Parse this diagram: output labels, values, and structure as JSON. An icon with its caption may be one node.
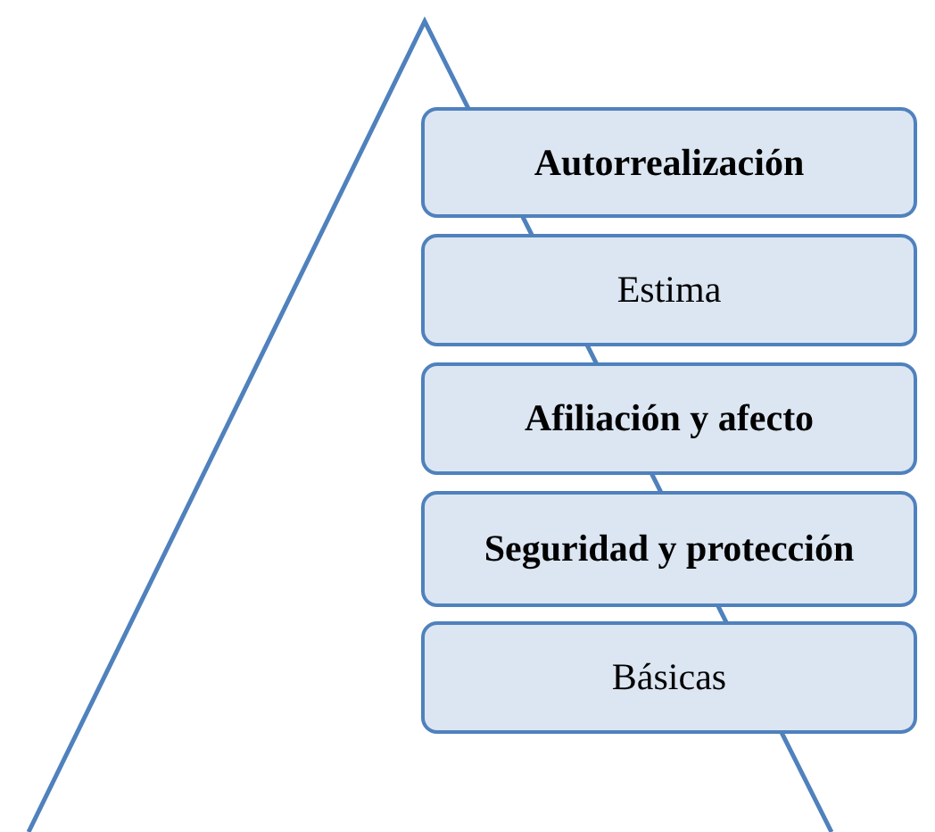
{
  "diagram": {
    "nodes": [
      {
        "text": [],
        "shape": "triangle"
      },
      {
        "text": [
          "Autorrealización"
        ]
      },
      {
        "text": [
          "Estima"
        ]
      },
      {
        "text": [
          "Afiliación y afecto"
        ]
      },
      {
        "text": [
          "Seguridad y protección"
        ]
      },
      {
        "text": [
          "Básicas"
        ]
      }
    ]
  }
}
